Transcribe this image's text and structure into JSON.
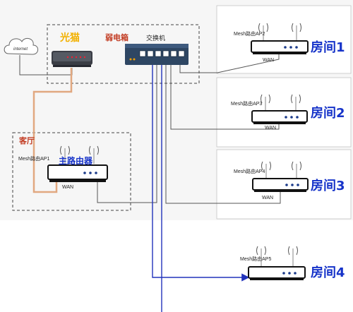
{
  "internet": {
    "label": "internet"
  },
  "modem": {
    "label": "光猫"
  },
  "weak_box": {
    "label": "弱电箱"
  },
  "switch": {
    "label": "交换机"
  },
  "living_room": {
    "label": "客厅"
  },
  "main_router": {
    "ap_label": "Mesh路由AP1",
    "title": "主路由器",
    "wan": "WAN"
  },
  "aps": [
    {
      "name": "Mesh路由AP2",
      "room": "房间1",
      "wan": "WAN"
    },
    {
      "name": "Mesh路由AP3",
      "room": "房间2",
      "wan": "WAN"
    },
    {
      "name": "Mesh路由AP4",
      "room": "房间3",
      "wan": "WAN"
    },
    {
      "name": "Mesh路由AP5",
      "room": "房间4",
      "wan": ""
    }
  ],
  "colors": {
    "modem_cable": "#e1a880",
    "switch_uplink": "#2233bb",
    "ethernet": "#555555",
    "label_red": "#c23b22",
    "label_yellow": "#f2b100",
    "room_blue": "#1633c9"
  },
  "icons": [
    "cloud-icon",
    "modem-icon",
    "switch-icon",
    "router-icon",
    "wifi-antenna-icon"
  ]
}
